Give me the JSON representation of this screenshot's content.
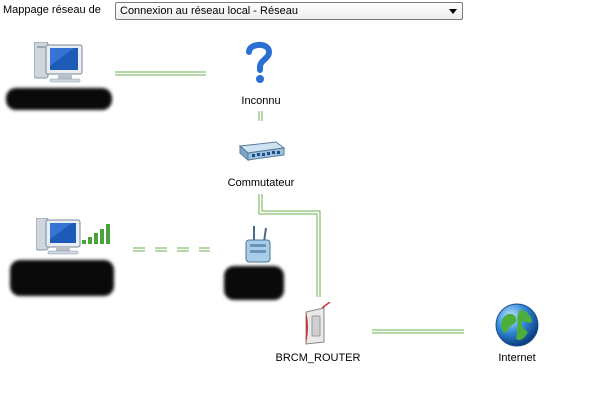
{
  "toolbar": {
    "map_label": "Mappage réseau de",
    "network_select": {
      "value": "Connexion au réseau local - Réseau"
    }
  },
  "nodes": {
    "unknown": {
      "label": "Inconnu",
      "icon": "question-mark-icon"
    },
    "switch": {
      "label": "Commutateur",
      "icon": "switch-icon"
    },
    "router": {
      "label": "BRCM_ROUTER",
      "icon": "router-icon"
    },
    "internet": {
      "label": "Internet",
      "icon": "globe-icon"
    },
    "computer_wired": {
      "icon": "computer-icon"
    },
    "computer_wireless": {
      "icon": "wireless-computer-icon"
    },
    "access_point": {
      "icon": "wireless-access-point-icon"
    }
  },
  "colors": {
    "wired_link": "#6ab04c",
    "wireless_link": "#6ab04c",
    "question_mark": "#2a6fd1"
  }
}
